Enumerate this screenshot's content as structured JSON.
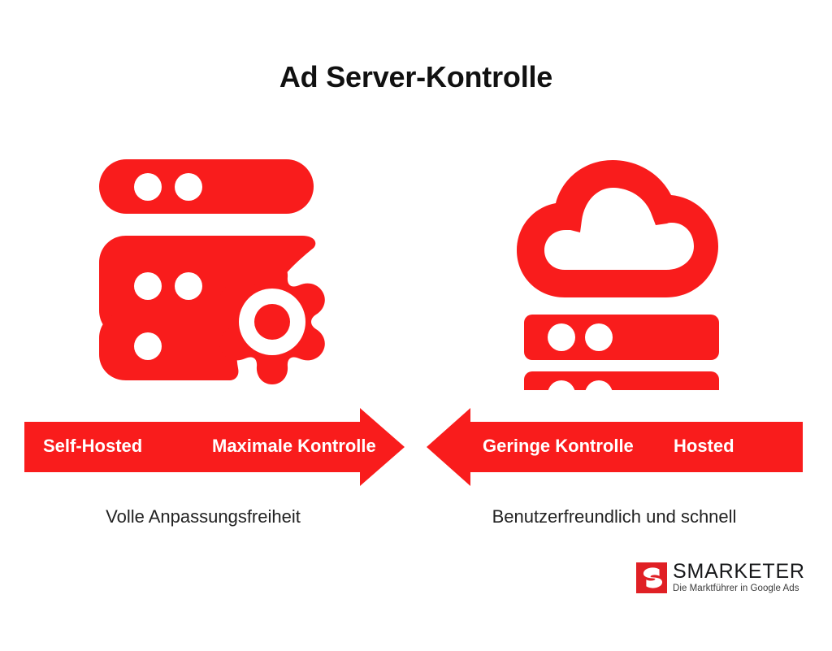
{
  "page": {
    "title": "Ad Server-Kontrolle",
    "background_color": "#ffffff",
    "accent_color": "#F91C1C",
    "text_color": "#111111"
  },
  "icons": {
    "left": {
      "name": "server-gear-icon",
      "description": "Three stacked server racks with a settings gear",
      "color": "#F91C1C"
    },
    "right": {
      "name": "cloud-server-icon",
      "description": "Cloud above two stacked server racks",
      "color": "#F91C1C"
    }
  },
  "arrows": {
    "left": {
      "direction": "right",
      "color": "#F91C1C",
      "label_start": "Self-Hosted",
      "label_end": "Maximale Kontrolle"
    },
    "right": {
      "direction": "left",
      "color": "#F91C1C",
      "label_start": "Geringe Kontrolle",
      "label_end": "Hosted"
    }
  },
  "captions": {
    "left": "Volle Anpassungsfreiheit",
    "right": "Benutzerfreundlich und schnell"
  },
  "logo": {
    "mark_name": "smarketer-s-mark",
    "mark_color": "#E02025",
    "wordmark": "SMARKETER",
    "tagline": "Die Marktführer in Google Ads"
  }
}
